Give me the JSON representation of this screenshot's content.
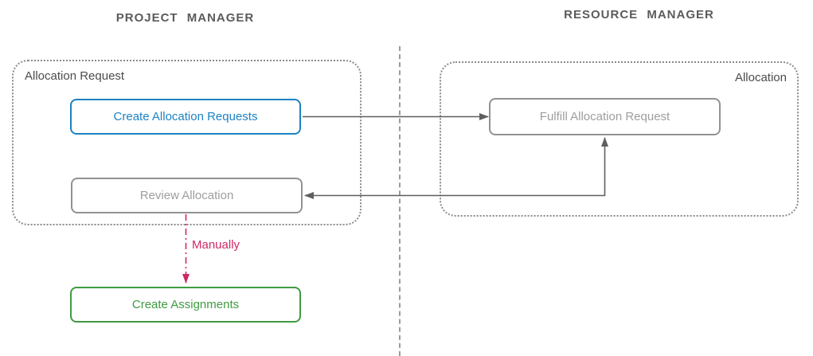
{
  "colors": {
    "accent-blue": "#1d82c4",
    "accent-green": "#3f9b42",
    "accent-pink": "#cd2864",
    "node-gray-border": "#929292",
    "node-gray-text": "#9e9e9e",
    "header-text": "#5a5b5d",
    "container-border": "#8a8a8a",
    "container-label": "#4c4c4c",
    "arrow": "#5f5f5f",
    "divider": "#9b9b9b"
  },
  "lanes": {
    "left": {
      "title": "PROJECT MANAGER"
    },
    "right": {
      "title": "RESOURCE MANAGER"
    }
  },
  "containers": {
    "allocation_request": {
      "label": "Allocation Request"
    },
    "allocation": {
      "label": "Allocation"
    }
  },
  "nodes": {
    "create_allocation_requests": {
      "label": "Create Allocation Requests",
      "accent": "#1d82c4"
    },
    "fulfill_allocation_request": {
      "label": "Fulfill Allocation Request",
      "accent": "#929292"
    },
    "review_allocation": {
      "label": "Review Allocation",
      "accent": "#929292"
    },
    "create_assignments": {
      "label": "Create Assignments",
      "accent": "#3f9b42"
    }
  },
  "edges": [
    {
      "from": "create_allocation_requests",
      "to": "fulfill_allocation_request",
      "style": "solid",
      "label": ""
    },
    {
      "from": "fulfill_allocation_request",
      "to": "review_allocation",
      "style": "solid",
      "bidirectional": true,
      "label": ""
    },
    {
      "from": "review_allocation",
      "to": "create_assignments",
      "style": "dash-dot",
      "label": "Manually"
    }
  ]
}
